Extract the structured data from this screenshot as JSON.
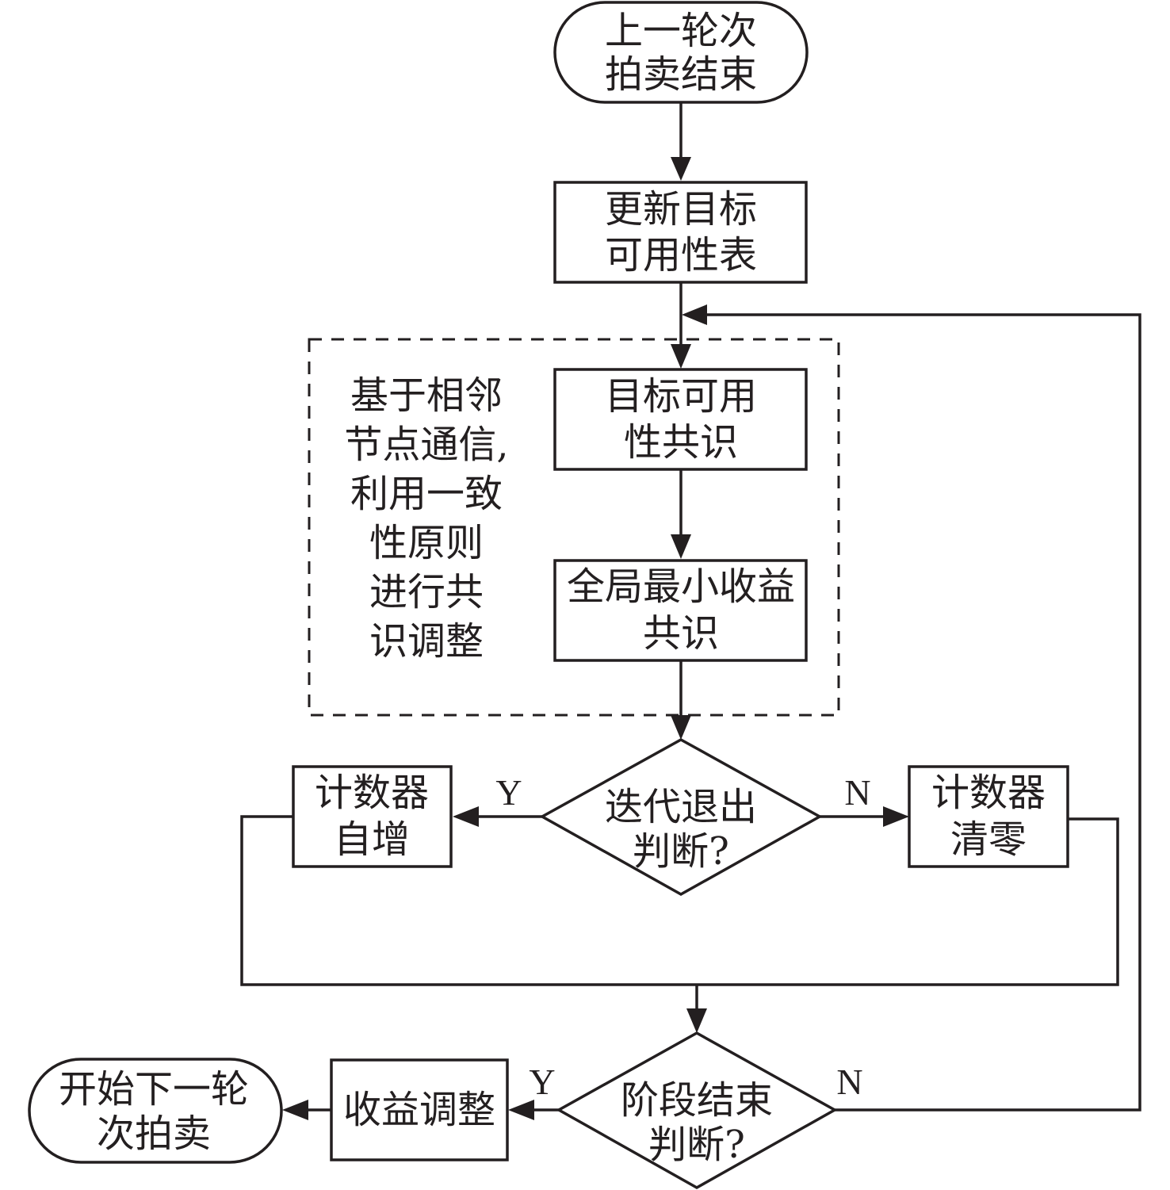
{
  "diagram": {
    "nodes": {
      "start": {
        "lines": [
          "上一轮次",
          "拍卖结束"
        ],
        "type": "terminal"
      },
      "update_table": {
        "lines": [
          "更新目标",
          "可用性表"
        ],
        "type": "process"
      },
      "target_consensus": {
        "lines": [
          "目标可用",
          "性共识"
        ],
        "type": "process"
      },
      "global_min_consensus": {
        "lines": [
          "全局最小收益",
          "共识"
        ],
        "type": "process"
      },
      "iteration_exit": {
        "lines": [
          "迭代退出",
          "判断?"
        ],
        "type": "decision"
      },
      "counter_increment": {
        "lines": [
          "计数器",
          "自增"
        ],
        "type": "process"
      },
      "counter_reset": {
        "lines": [
          "计数器",
          "清零"
        ],
        "type": "process"
      },
      "stage_end": {
        "lines": [
          "阶段结束",
          "判断?"
        ],
        "type": "decision"
      },
      "revenue_adjust": {
        "lines": [
          "收益调整"
        ],
        "type": "process"
      },
      "end": {
        "lines": [
          "开始下一轮",
          "次拍卖"
        ],
        "type": "terminal"
      }
    },
    "group_annotation": {
      "lines": [
        "基于相邻",
        "节点通信,",
        "利用一致",
        "性原则",
        "进行共",
        "识调整"
      ]
    },
    "edge_labels": {
      "iteration_yes": "Y",
      "iteration_no": "N",
      "stage_yes": "Y",
      "stage_no": "N"
    },
    "edges": [
      {
        "from": "start",
        "to": "update_table"
      },
      {
        "from": "update_table",
        "to": "target_consensus"
      },
      {
        "from": "target_consensus",
        "to": "global_min_consensus"
      },
      {
        "from": "global_min_consensus",
        "to": "iteration_exit"
      },
      {
        "from": "iteration_exit",
        "to": "counter_increment",
        "label": "Y"
      },
      {
        "from": "iteration_exit",
        "to": "counter_reset",
        "label": "N"
      },
      {
        "from": "counter_increment",
        "to": "stage_end"
      },
      {
        "from": "counter_reset",
        "to": "stage_end"
      },
      {
        "from": "stage_end",
        "to": "revenue_adjust",
        "label": "Y"
      },
      {
        "from": "stage_end",
        "to": "target_consensus",
        "label": "N"
      },
      {
        "from": "revenue_adjust",
        "to": "end"
      }
    ]
  }
}
